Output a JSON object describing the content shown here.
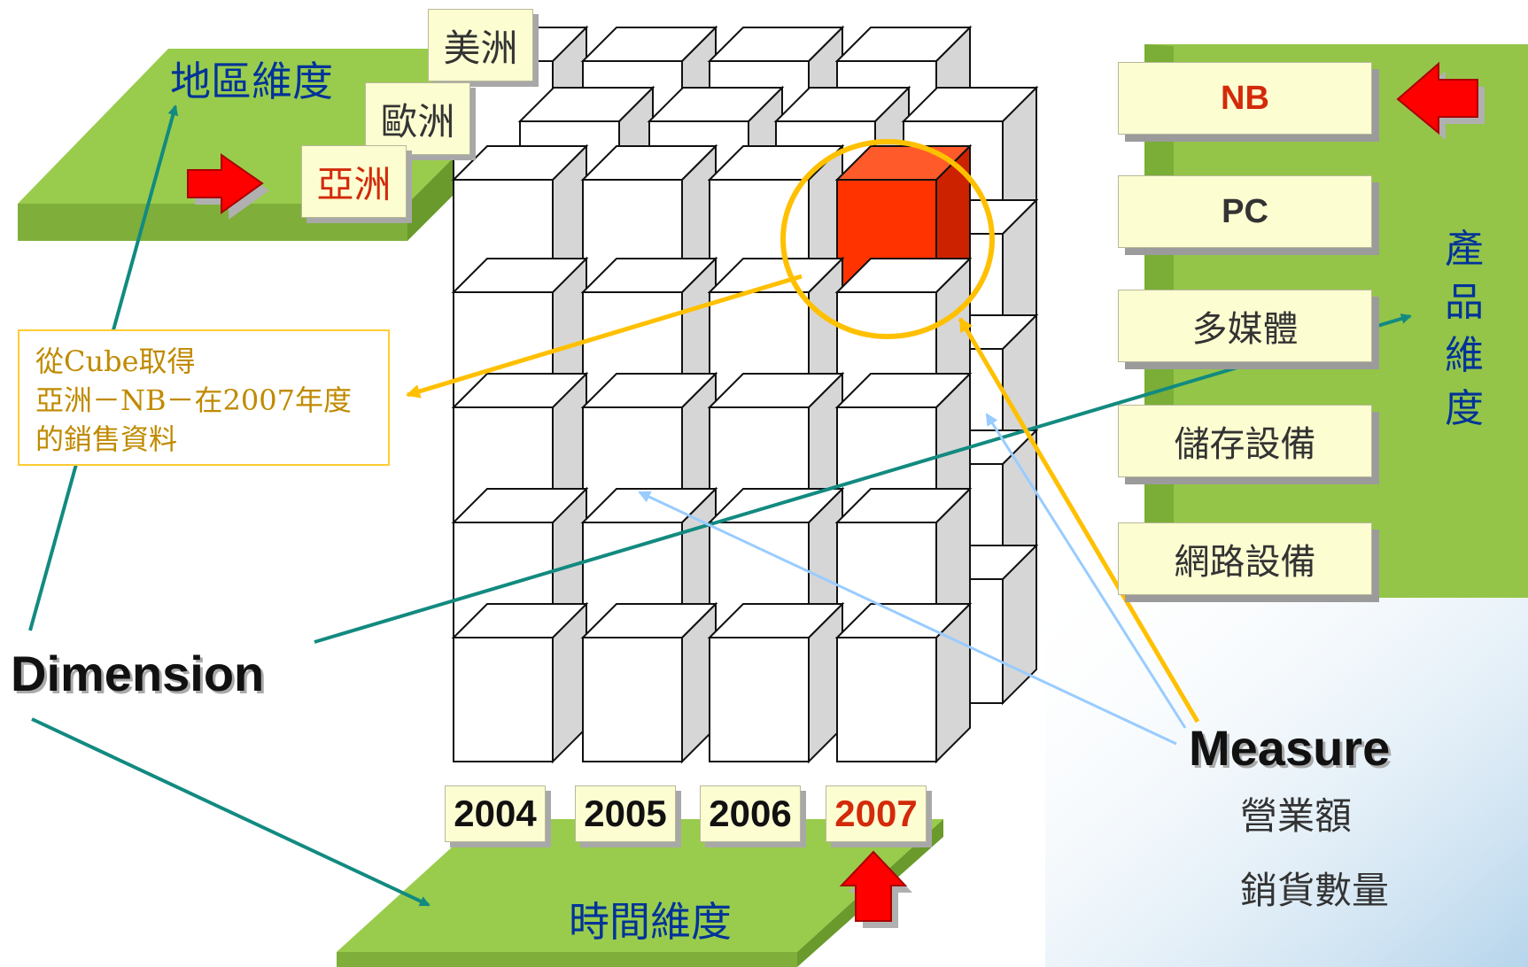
{
  "region": {
    "title": "地區維度",
    "items": [
      {
        "label": "美洲",
        "selected": false
      },
      {
        "label": "歐洲",
        "selected": false
      },
      {
        "label": "亞洲",
        "selected": true
      }
    ]
  },
  "product": {
    "title": "產品維度",
    "items": [
      {
        "label": "NB",
        "selected": true
      },
      {
        "label": "PC",
        "selected": false
      },
      {
        "label": "多媒體",
        "selected": false
      },
      {
        "label": "儲存設備",
        "selected": false
      },
      {
        "label": "網路設備",
        "selected": false
      }
    ]
  },
  "time": {
    "title": "時間維度",
    "years": [
      {
        "label": "2004",
        "selected": false
      },
      {
        "label": "2005",
        "selected": false
      },
      {
        "label": "2006",
        "selected": false
      },
      {
        "label": "2007",
        "selected": true
      }
    ]
  },
  "callout": {
    "line1": "從Cube取得",
    "line2": "亞洲－NB－在2007年度",
    "line3": "的銷售資料"
  },
  "dimension_label": "Dimension",
  "measure": {
    "label": "Measure",
    "items": [
      "營業額",
      "銷貨數量"
    ]
  },
  "colors": {
    "platform_green": "#99cc4c",
    "highlight_red": "#ff3300",
    "selection_yellow": "#ffc000",
    "dimension_arrow": "#128a80",
    "measure_arrow": "#99ccff",
    "tag_fill": "#fdfdd2",
    "blue_text": "#003399",
    "callout_text": "#c08a00"
  }
}
